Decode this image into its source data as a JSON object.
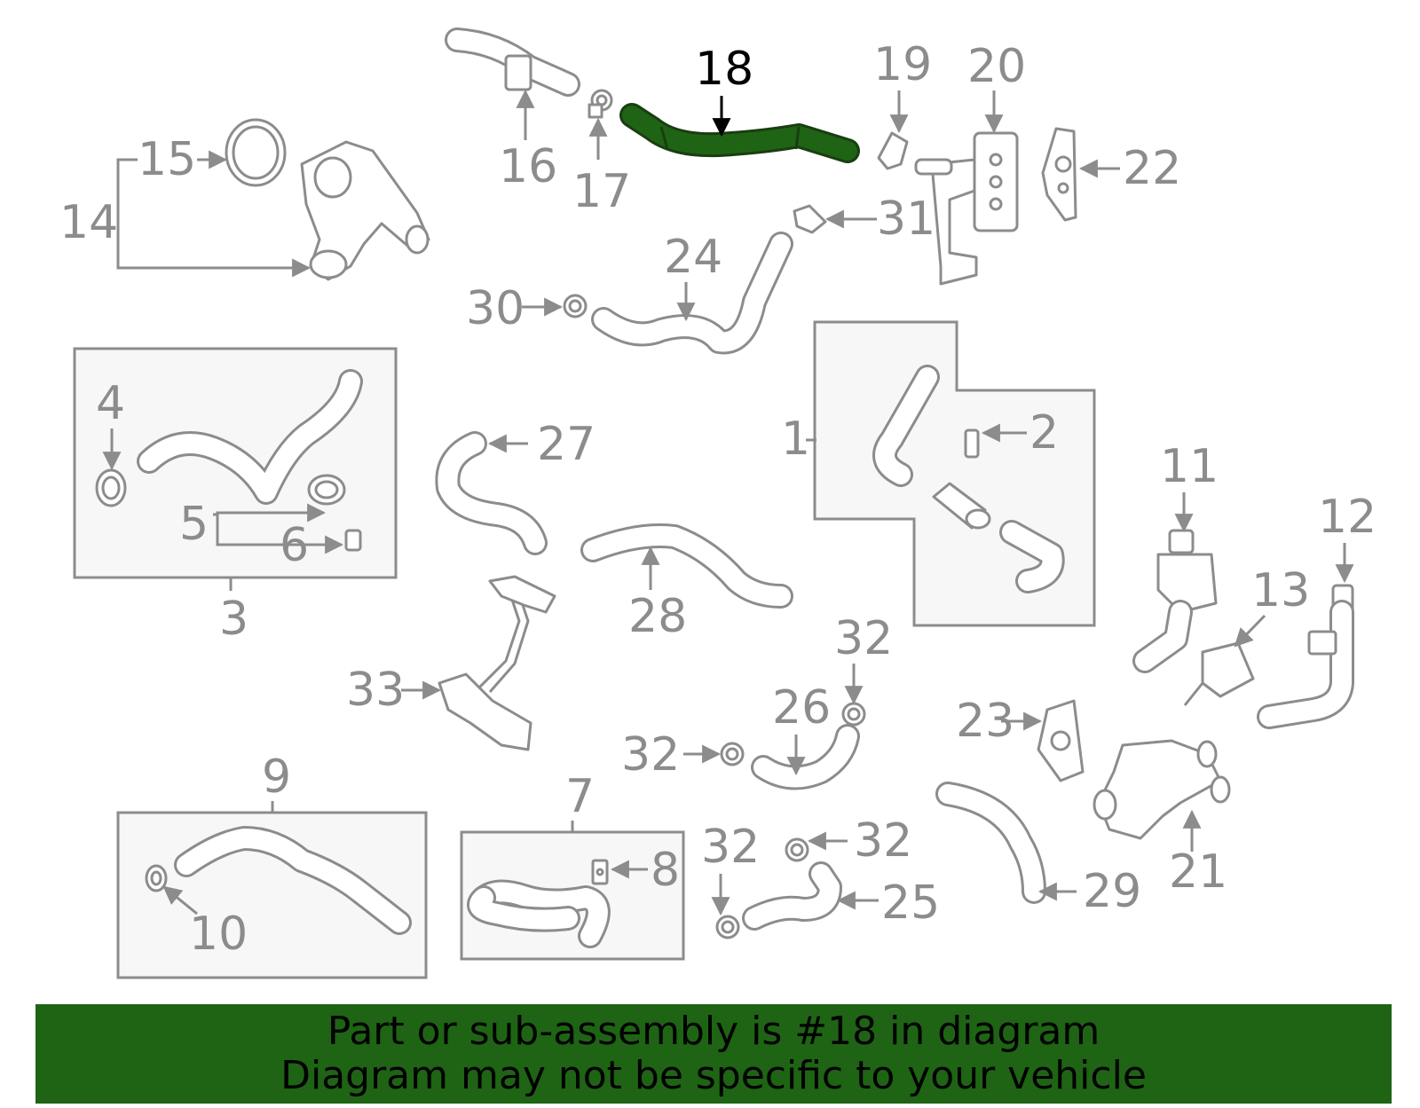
{
  "colors": {
    "highlight": "#1e6414",
    "part_gray": "#8c8c8c",
    "banner_bg": "#1e6414",
    "box_fill": "#f7f7f7"
  },
  "callouts": [
    "1",
    "2",
    "3",
    "4",
    "5",
    "6",
    "7",
    "8",
    "9",
    "10",
    "11",
    "12",
    "13",
    "14",
    "15",
    "16",
    "17",
    "18",
    "19",
    "20",
    "21",
    "22",
    "23",
    "24",
    "25",
    "26",
    "27",
    "28",
    "29",
    "30",
    "31",
    "32",
    "33"
  ],
  "highlighted_part": "18",
  "banner": {
    "line1": "Part or sub-assembly is #18 in diagram",
    "line2": "Diagram may not be specific to your vehicle"
  }
}
